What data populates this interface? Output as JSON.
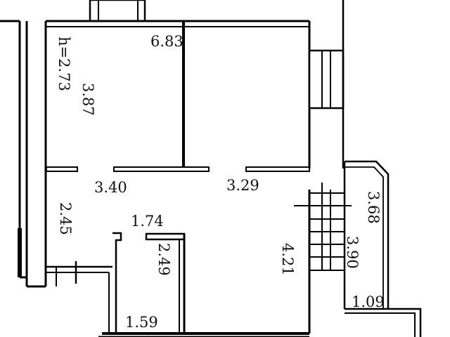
{
  "floor_plan": {
    "ceiling_height": "h=2.73",
    "dimensions": {
      "top_width": "6.83",
      "room1_depth": "3.87",
      "room1_width": "3.40",
      "room2_width": "3.29",
      "hall_depth": "2.45",
      "bath_width": "1.74",
      "bath_depth": "2.49",
      "bath_bottom": "1.59",
      "kitchen_depth": "4.21",
      "balcony_outer": "3.68",
      "balcony_inner": "3.90",
      "balcony_width": "1.09"
    }
  }
}
